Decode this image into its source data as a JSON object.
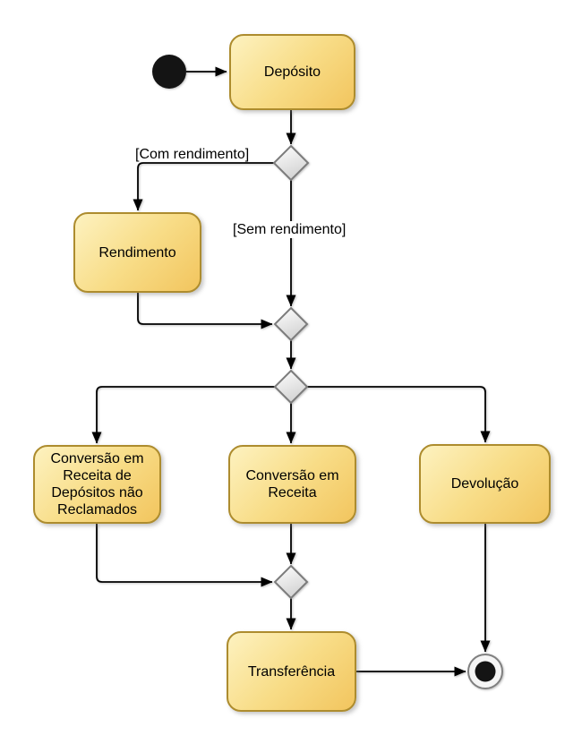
{
  "diagram": {
    "type": "uml-activity-diagram",
    "language": "pt-BR"
  },
  "nodes": {
    "initial": {
      "type": "initial-node"
    },
    "deposito": {
      "label": "Depósito"
    },
    "rendimento": {
      "label": "Rendimento"
    },
    "conversao_receita_depositos": {
      "label": "Conversão em Receita de Depósitos não Reclamados"
    },
    "conversao_receita": {
      "label": "Conversão em Receita"
    },
    "devolucao": {
      "label": "Devolução"
    },
    "transferencia": {
      "label": "Transferência"
    },
    "final": {
      "type": "final-node"
    }
  },
  "guards": {
    "com_rendimento": "[Com rendimento]",
    "sem_rendimento": "[Sem rendimento]"
  },
  "edges": [
    {
      "from": "initial",
      "to": "deposito",
      "guard": ""
    },
    {
      "from": "deposito",
      "to": "decision-1",
      "guard": ""
    },
    {
      "from": "decision-1",
      "to": "rendimento",
      "guard": "[Com rendimento]"
    },
    {
      "from": "decision-1",
      "to": "merge-1",
      "guard": "[Sem rendimento]"
    },
    {
      "from": "rendimento",
      "to": "merge-1",
      "guard": ""
    },
    {
      "from": "merge-1",
      "to": "decision-2",
      "guard": ""
    },
    {
      "from": "decision-2",
      "to": "conversao_receita_depositos",
      "guard": ""
    },
    {
      "from": "decision-2",
      "to": "conversao_receita",
      "guard": ""
    },
    {
      "from": "decision-2",
      "to": "devolucao",
      "guard": ""
    },
    {
      "from": "conversao_receita_depositos",
      "to": "merge-2",
      "guard": ""
    },
    {
      "from": "conversao_receita",
      "to": "merge-2",
      "guard": ""
    },
    {
      "from": "merge-2",
      "to": "transferencia",
      "guard": ""
    },
    {
      "from": "devolucao",
      "to": "final",
      "guard": ""
    },
    {
      "from": "transferencia",
      "to": "final",
      "guard": ""
    }
  ],
  "colors": {
    "activity_fill_top": "#FDF2C0",
    "activity_fill_bottom": "#F2C55E",
    "activity_border": "#AD8C2E",
    "decision_fill_top": "#FFFFFF",
    "decision_fill_bottom": "#D4D4D4",
    "decision_border": "#7C7C7C",
    "edge": "#000000",
    "control_node": "#141414",
    "background": "#FFFFFF"
  }
}
